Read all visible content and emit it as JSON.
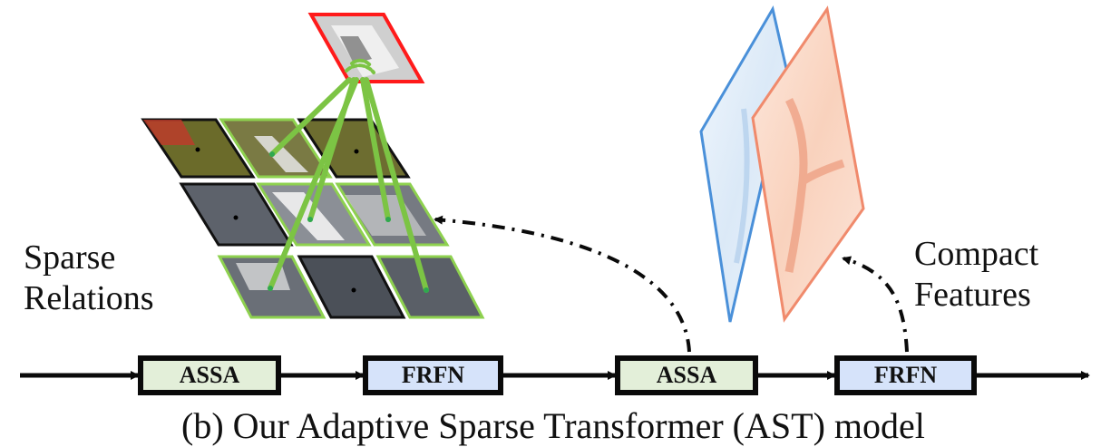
{
  "labels": {
    "sparse_relations": [
      "Sparse",
      "Relations"
    ],
    "compact_features": [
      "Compact",
      "Features"
    ]
  },
  "pipeline": {
    "blocks": [
      "ASSA",
      "FRFN",
      "ASSA",
      "FRFN"
    ]
  },
  "caption": "(b) Our Adaptive Sparse Transformer (AST) model",
  "colors": {
    "assa_fill": "#e3efd9",
    "frfn_fill": "#d6e3fa",
    "border": "#0a0a0a",
    "query_patch_border": "#ff1a1a",
    "relation_line": "#7cc444",
    "feature_map_blue": "#4a90d9",
    "feature_map_orange": "#f08a6c"
  }
}
